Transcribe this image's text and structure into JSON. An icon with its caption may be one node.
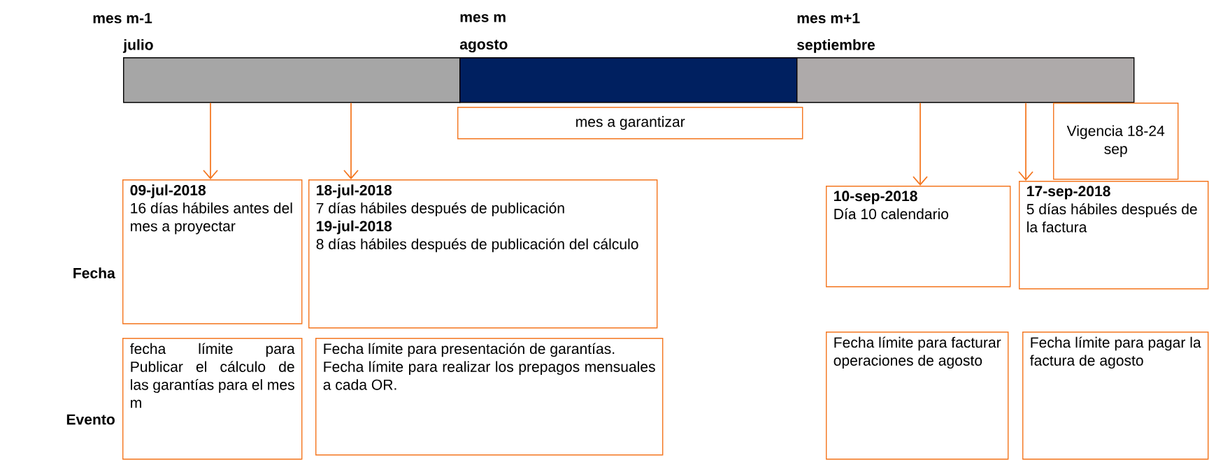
{
  "diagram": {
    "nodes": [
      {
        "text": [
          "mes m-1",
          "julio"
        ]
      },
      {
        "text": [
          "mes m",
          "agosto"
        ]
      },
      {
        "text": [
          "mes m+1",
          "septiembre"
        ]
      },
      {
        "text": [
          "mes a garantizar"
        ]
      },
      {
        "text": [
          "Vigencia 18-24 sep"
        ]
      },
      {
        "text": [
          "09-jul-2018",
          "16 días hábiles antes del mes a proyectar"
        ]
      },
      {
        "text": [
          "18-jul-2018",
          "7 días hábiles después de publicación",
          "19-jul-2018",
          "8 días hábiles después de publicación del cálculo"
        ]
      },
      {
        "text": [
          "10-sep-2018",
          "Día 10 calendario"
        ]
      },
      {
        "text": [
          "17-sep-2018",
          "5 días hábiles después de la factura"
        ]
      },
      {
        "text": [
          "fecha límite para Publicar el cálculo de las garantías para el mes m"
        ]
      },
      {
        "text": [
          "Fecha límite para presentación de garantías.",
          "Fecha límite para realizar los prepagos mensuales a cada OR."
        ]
      },
      {
        "text": [
          "Fecha límite para facturar operaciones de agosto"
        ]
      },
      {
        "text": [
          "Fecha límite para pagar la factura de agosto"
        ]
      }
    ],
    "edges": [
      {
        "from": 0,
        "to": 5,
        "arrow": "to"
      },
      {
        "from": 0,
        "to": 6,
        "arrow": "to"
      },
      {
        "from": 2,
        "to": 7,
        "arrow": "to"
      },
      {
        "from": 2,
        "to": 8,
        "arrow": "to"
      }
    ],
    "labels": [
      "Fecha",
      "Evento"
    ]
  }
}
